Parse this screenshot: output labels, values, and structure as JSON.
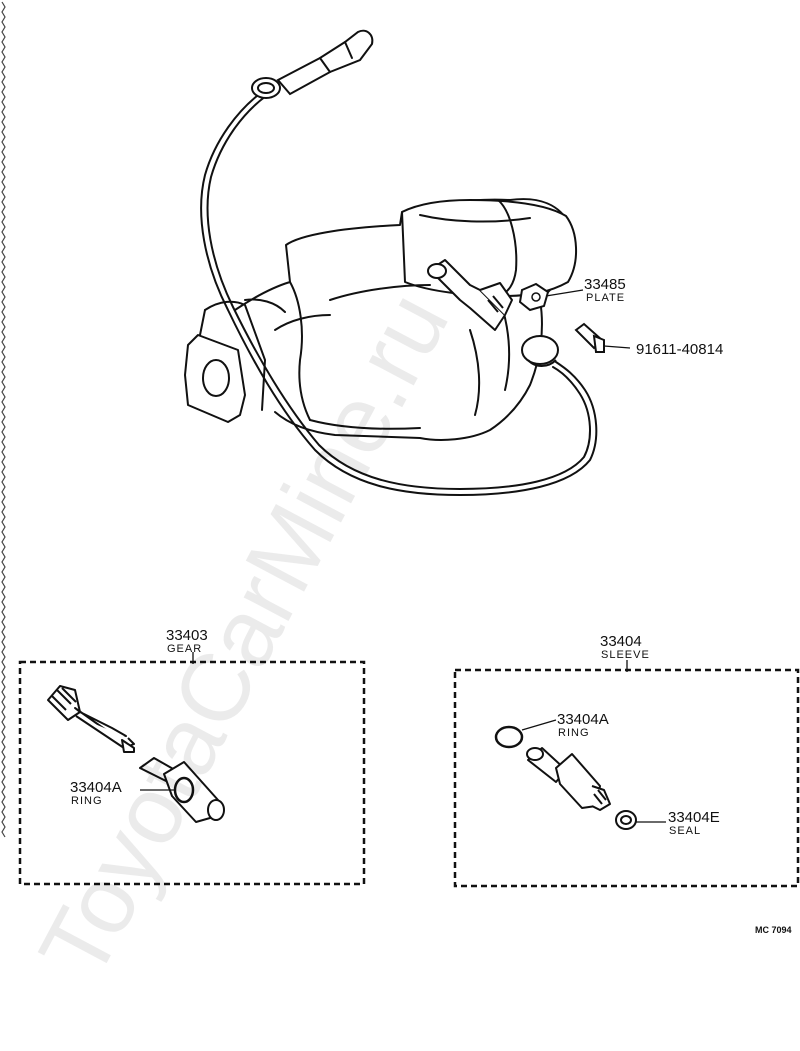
{
  "watermark": "ToyotaCarMine.ru",
  "figure_code": "MC 7094",
  "callouts": {
    "plate": {
      "number": "33485",
      "name": "PLATE"
    },
    "bolt": {
      "number": "91611-40814"
    },
    "gear": {
      "number": "33403",
      "name": "GEAR"
    },
    "ring_left": {
      "number": "33404A",
      "name": "RING"
    },
    "sleeve": {
      "number": "33404",
      "name": "SLEEVE"
    },
    "ring_right": {
      "number": "33404A",
      "name": "RING"
    },
    "seal": {
      "number": "33404E",
      "name": "SEAL"
    }
  }
}
